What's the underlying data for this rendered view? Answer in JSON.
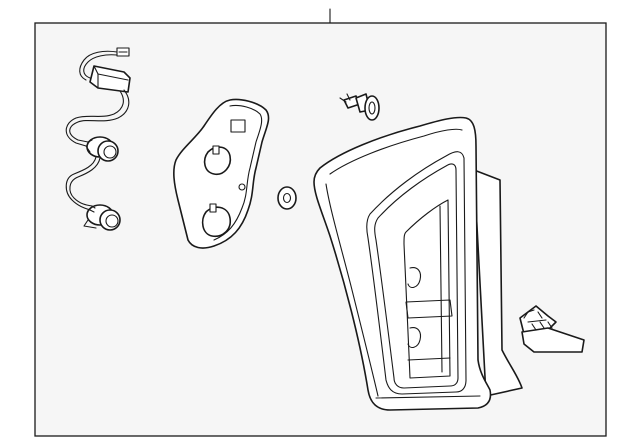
{
  "diagram": {
    "background": "#ffffff",
    "panel_fill": "#f6f6f6",
    "line_color": "#1a1a1a",
    "parts": [
      "wiring-harness",
      "socket-gasket",
      "washer",
      "push-clip",
      "tail-lamp-assembly",
      "mounting-bracket"
    ]
  }
}
